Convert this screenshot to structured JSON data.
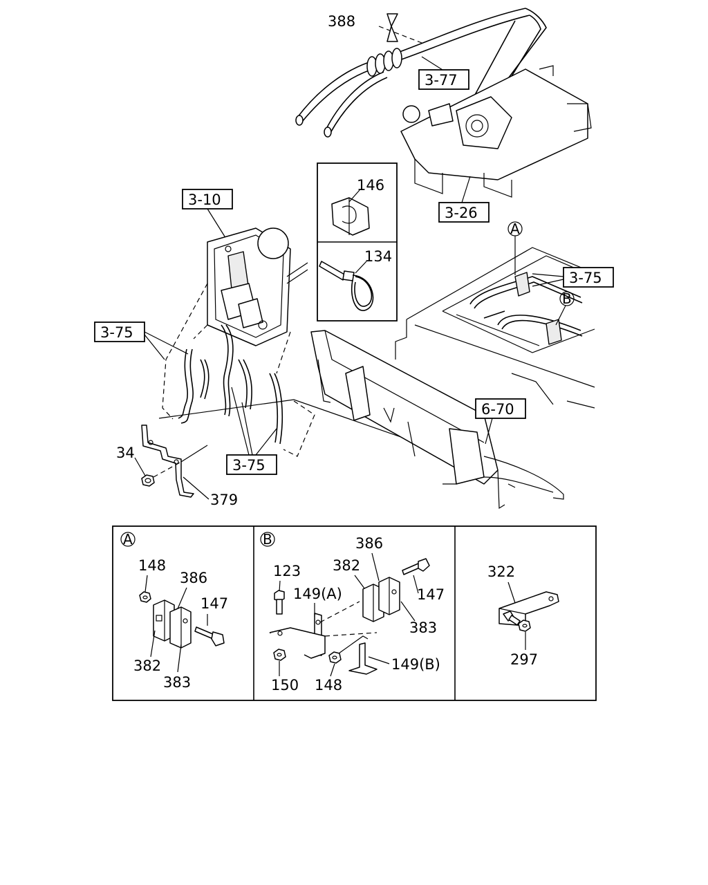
{
  "labels": {
    "l388": "388",
    "l3_77": "3-77",
    "l3_26": "3-26",
    "l3_10": "3-10",
    "l146": "146",
    "l134": "134",
    "lA_top": "A",
    "lB_top": "B",
    "l3_75_right": "3-75",
    "l3_75_left": "3-75",
    "l3_75_bottom": "3-75",
    "l6_70": "6-70",
    "l34": "34",
    "l379": "379"
  },
  "panelA": {
    "tag": "A",
    "l148": "148",
    "l386": "386",
    "l147": "147",
    "l382": "382",
    "l383": "383"
  },
  "panelB": {
    "tag": "B",
    "l123": "123",
    "l382": "382",
    "l386": "386",
    "l147": "147",
    "l149A": "149(A)",
    "l383": "383",
    "l149B": "149(B)",
    "l150": "150",
    "l148": "148"
  },
  "panelC": {
    "l322": "322",
    "l297": "297"
  }
}
